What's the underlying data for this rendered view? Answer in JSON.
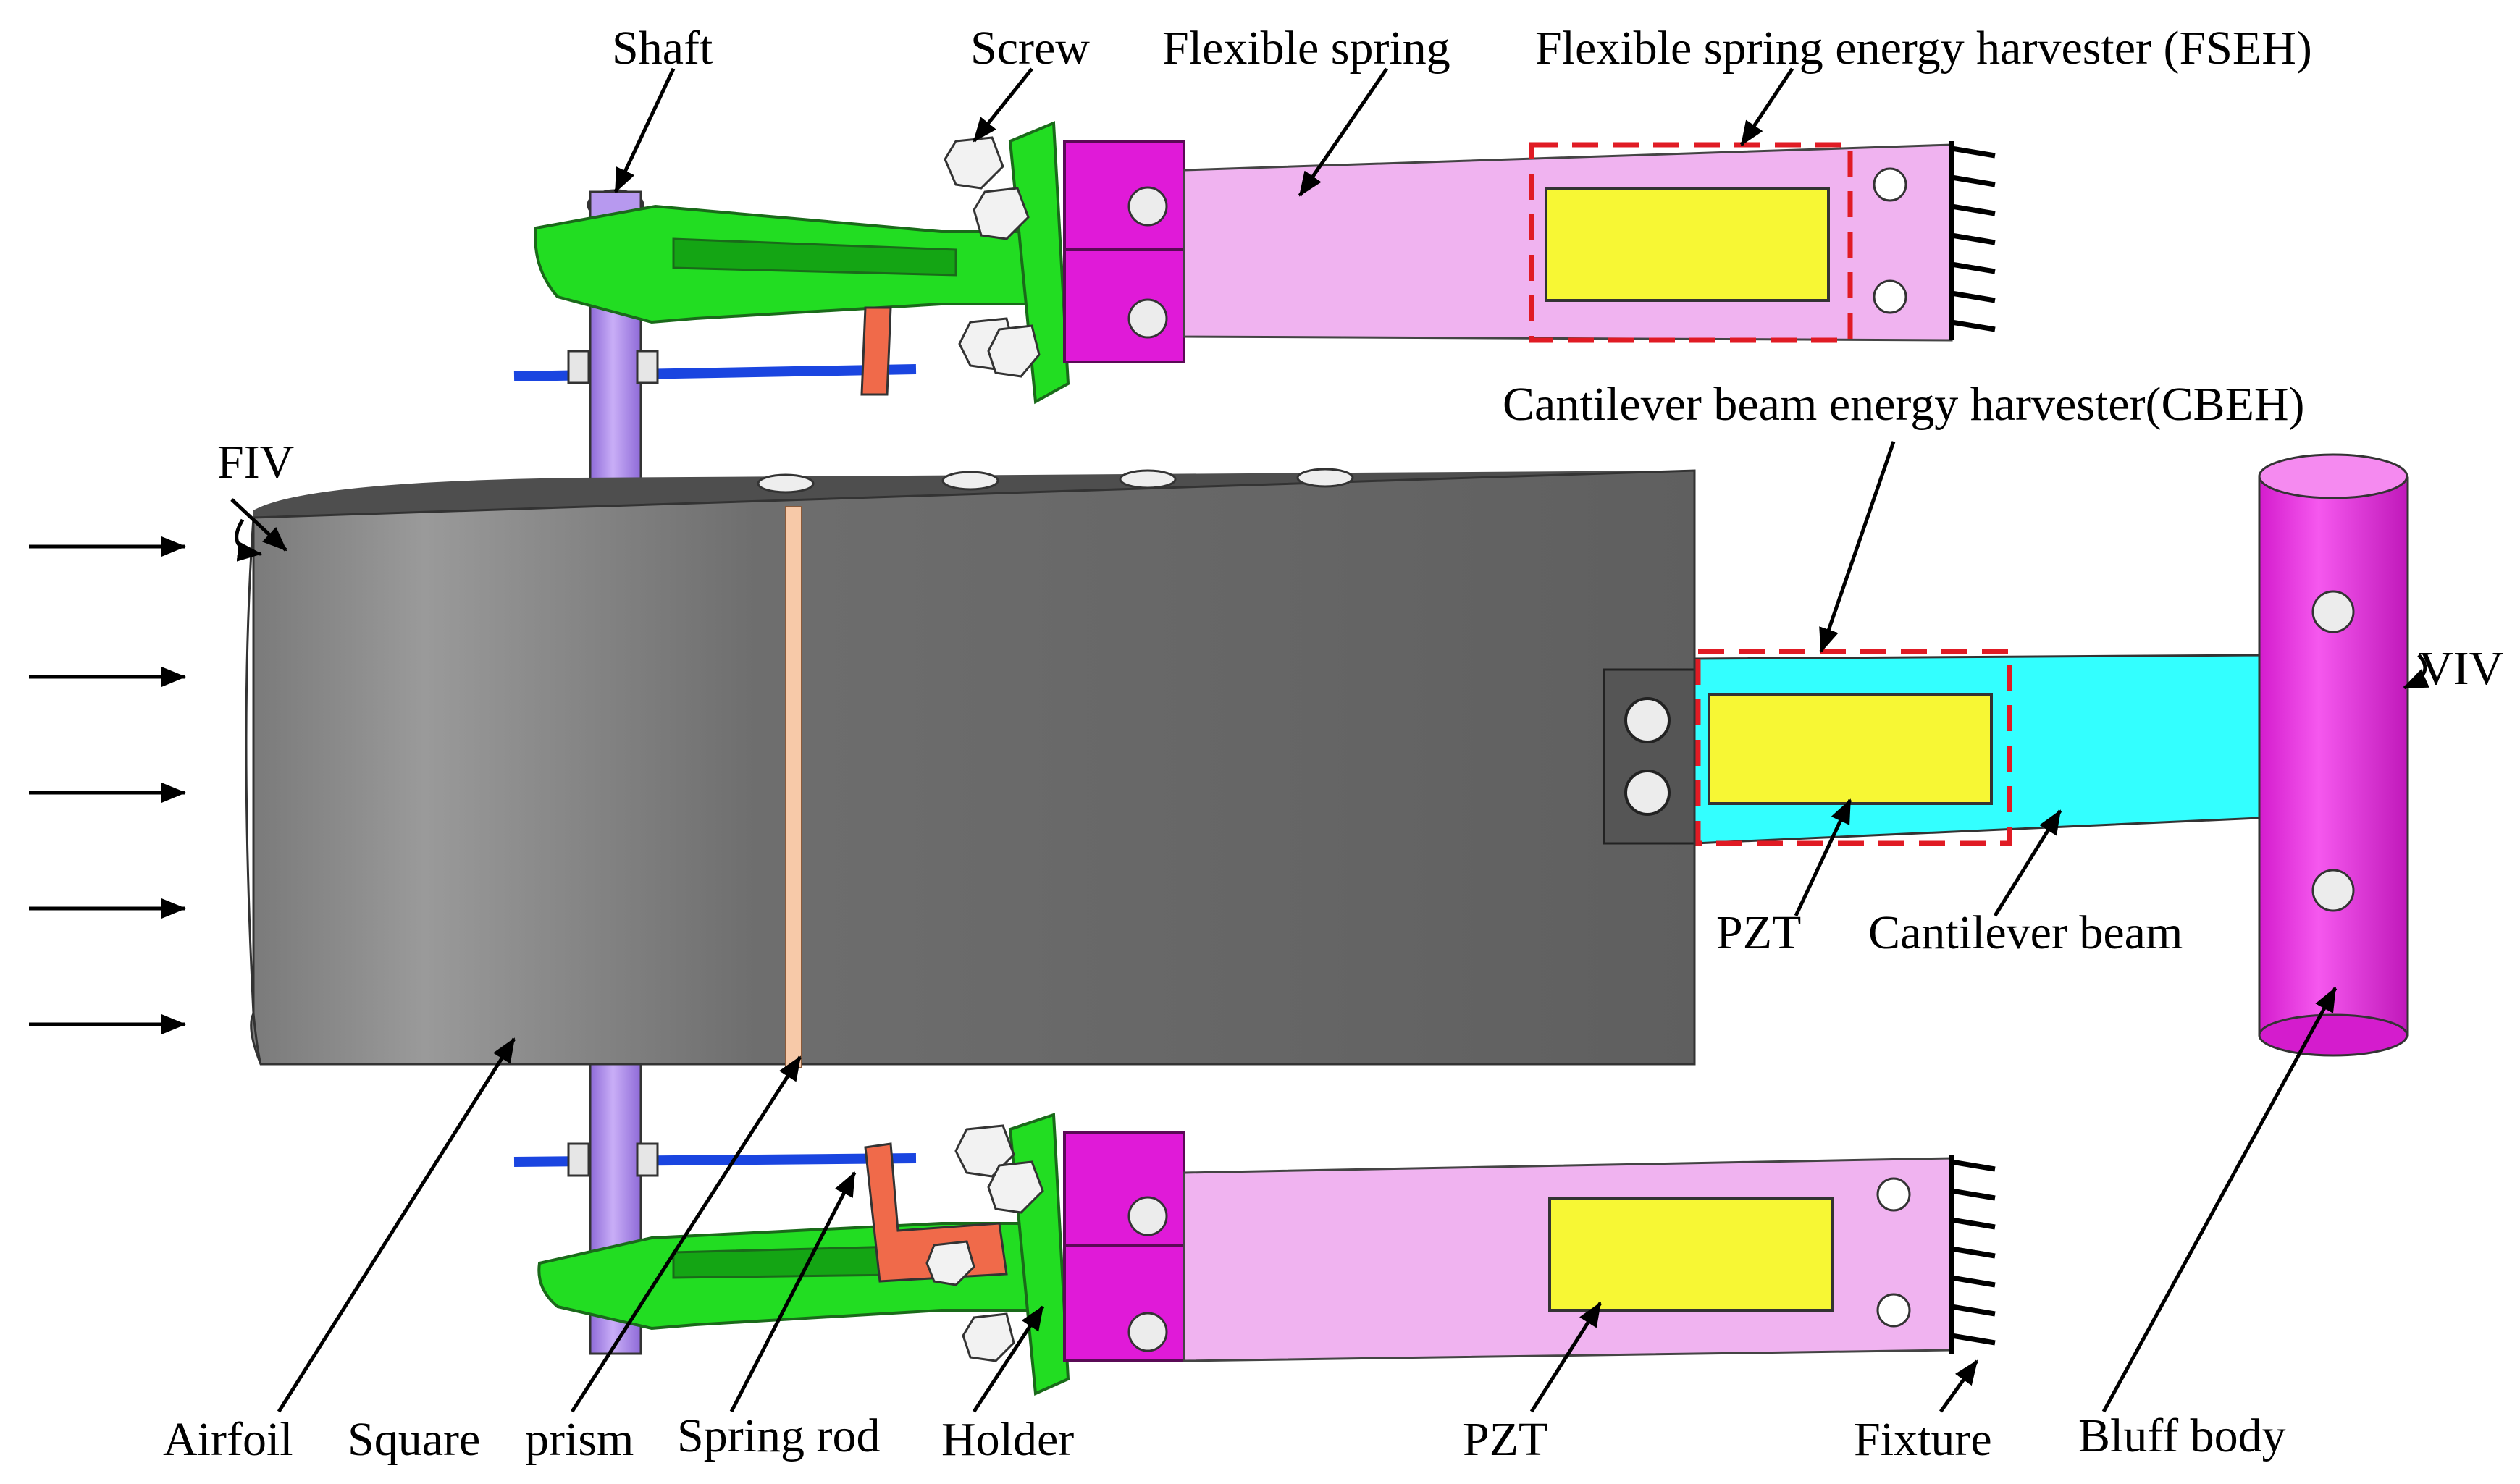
{
  "labels": {
    "shaft": "Shaft",
    "screw": "Screw",
    "flexible_spring": "Flexible spring",
    "fseh": "Flexible spring energy harvester (FSEH)",
    "cbeh": "Cantilever beam energy harvester(CBEH)",
    "fiv": "FIV",
    "viv": "VIV",
    "pzt_cbeh": "PZT",
    "cantilever_beam": "Cantilever beam",
    "airfoil": "Airfoil",
    "square": "Square",
    "prism": "prism",
    "spring_rod": "Spring rod",
    "holder": "Holder",
    "pzt_bottom": "PZT",
    "fixture": "Fixture",
    "bluff_body": "Bluff body"
  },
  "colors": {
    "airfoil": "#6f6f6f",
    "holder": "#22dd22",
    "flexible_spring": "#f0b3f0",
    "spring_clamp": "#e01ad8",
    "pzt": "#f7f734",
    "cantilever_beam": "#33ffff",
    "bluff_body": "#ee3ae6",
    "shaft": "#b38ff0",
    "spring_rod": "#1a45e0",
    "highlight_box": "#e01b24",
    "prism_strip": "#f7c9a8"
  },
  "flow_arrows": 5
}
